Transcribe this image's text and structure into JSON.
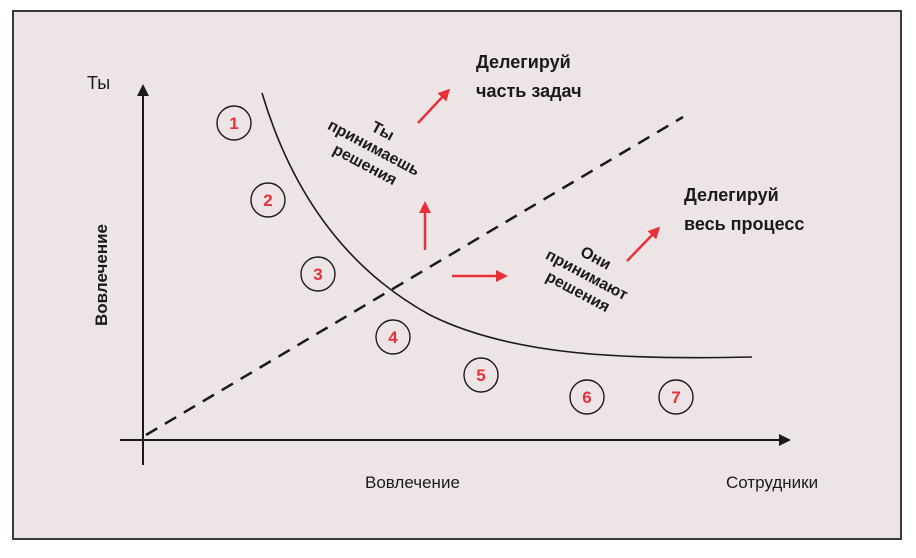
{
  "axes": {
    "y_top_label": "Ты",
    "y_side_label": "Вовлечение",
    "x_center_label": "Вовлечение",
    "x_right_label": "Сотрудники"
  },
  "regions": {
    "you_decide": [
      "Ты",
      "принимаешь",
      "решения"
    ],
    "they_decide": [
      "Они",
      "принимают",
      "решения"
    ]
  },
  "callouts": {
    "delegate_part": [
      "Делегируй",
      "часть задач"
    ],
    "delegate_process": [
      "Делегируй",
      "весь процесс"
    ]
  },
  "steps": [
    "1",
    "2",
    "3",
    "4",
    "5",
    "6",
    "7"
  ],
  "colors": {
    "accent": "#e8303a",
    "background": "#ede5e5",
    "ink": "#1a1a1a"
  }
}
